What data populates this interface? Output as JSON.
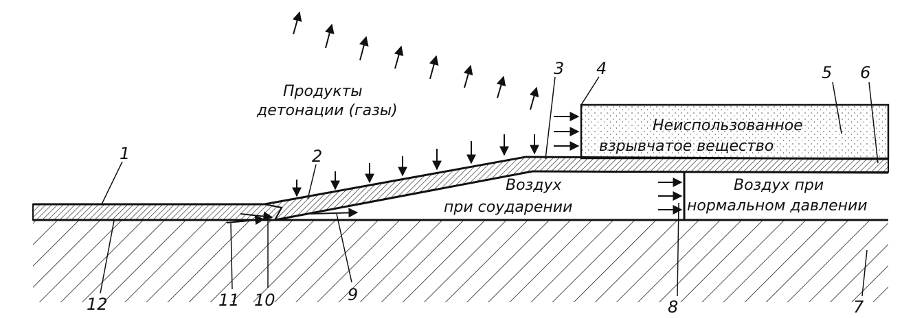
{
  "labels": {
    "detonation_line1": "Продукты",
    "detonation_line2": "детонации (газы)",
    "unused_line1": "Неиспользованное",
    "unused_line2": "взрывчатое вещество",
    "air_collision_line1": "Воздух",
    "air_collision_line2": "при соударении",
    "air_normal_line1": "Воздух при",
    "air_normal_line2": "нормальном давлении"
  },
  "numbers": {
    "n1": "1",
    "n2": "2",
    "n3": "3",
    "n4": "4",
    "n5": "5",
    "n6": "6",
    "n7": "7",
    "n8": "8",
    "n9": "9",
    "n10": "10",
    "n11": "11",
    "n12": "12"
  }
}
